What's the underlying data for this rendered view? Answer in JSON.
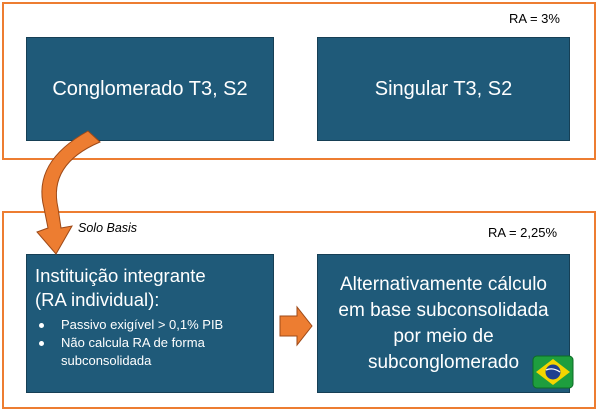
{
  "top_section": {
    "ra_label": "RA = 3%",
    "left_box": "Conglomerado T3, S2",
    "right_box": "Singular T3, S2"
  },
  "connector": {
    "label": "Solo Basis"
  },
  "bottom_section": {
    "ra_label": "RA = 2,25%",
    "left_box": {
      "title_line1": "Instituição integrante",
      "title_line2": "(RA individual):",
      "bullets": [
        "Passivo exigível > 0,1% PIB",
        "Não calcula RA de forma subconsolidada"
      ]
    },
    "right_box": "Alternativamente cálculo em base subconsolidada por meio de subconglomerado",
    "flag_icon": "brazil-flag-icon"
  },
  "colors": {
    "frame_border": "#ED7D31",
    "box_fill": "#1F5A79",
    "arrow_fill": "#ED7D31"
  }
}
